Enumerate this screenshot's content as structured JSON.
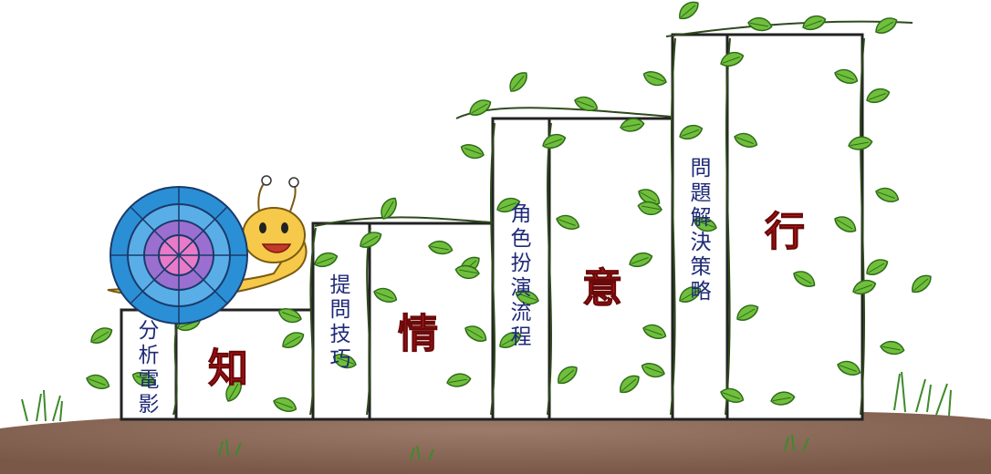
{
  "steps": [
    {
      "sub": "分析電影",
      "main": "知"
    },
    {
      "sub": "提問技巧",
      "main": "情"
    },
    {
      "sub": "角色扮演流程",
      "main": "意"
    },
    {
      "sub": "問題解決策略",
      "main": "行"
    }
  ],
  "colors": {
    "label": "#1f2a78",
    "main": "#c2141a",
    "leaf": "#6fbf3c",
    "soil": "#8b6a5a",
    "shell": "#2b8fd6"
  },
  "icons": [
    "snail-icon",
    "vine-leaf-icon",
    "grass-icon"
  ]
}
